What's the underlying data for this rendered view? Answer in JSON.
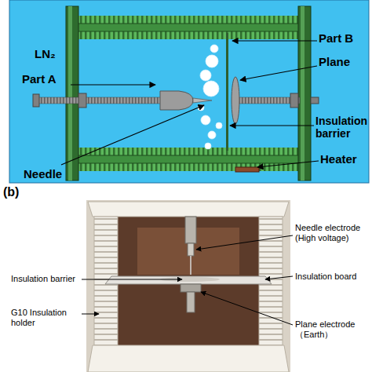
{
  "diagram": {
    "labels": [
      "LN₂",
      "Part A",
      "Part B",
      "Plane",
      "Needle",
      "Insulation barrier",
      "Heater",
      "(b)",
      "Needle electrode (High voltage)",
      "Insulation barrier",
      "Insulation board",
      "G10 Insulation holder",
      "Plane electrode （Earth）"
    ]
  }
}
